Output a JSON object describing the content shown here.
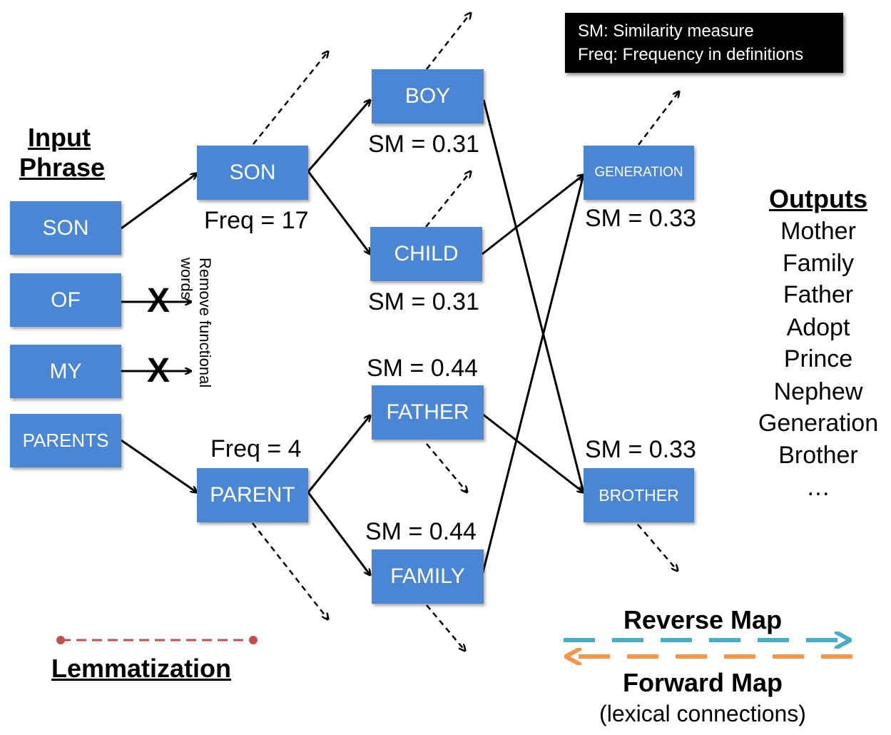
{
  "legend": {
    "line1": "SM: Similarity measure",
    "line2": "Freq: Frequency in definitions"
  },
  "input": {
    "title_line1": "Input",
    "title_line2": "Phrase",
    "words": [
      "SON",
      "OF",
      "MY",
      "PARENTS"
    ]
  },
  "removal_note": "Remove functional words",
  "removal_mark": "X",
  "lemmas": {
    "son": {
      "label": "SON",
      "freq": "Freq = 17"
    },
    "parent": {
      "label": "PARENT",
      "freq": "Freq = 4"
    }
  },
  "level2": {
    "boy": {
      "label": "BOY",
      "sm": "SM = 0.31"
    },
    "child": {
      "label": "CHILD",
      "sm": "SM = 0.31"
    },
    "father": {
      "label": "FATHER",
      "sm": "SM = 0.44"
    },
    "family": {
      "label": "FAMILY",
      "sm": "SM = 0.44"
    }
  },
  "level3": {
    "generation": {
      "label": "GENERATION",
      "sm": "SM = 0.33"
    },
    "brother": {
      "label": "BROTHER",
      "sm": "SM = 0.33"
    }
  },
  "outputs": {
    "title": "Outputs",
    "items": [
      "Mother",
      "Family",
      "Father",
      "Adopt",
      "Prince",
      "Nephew",
      "Generation",
      "Brother",
      "…"
    ]
  },
  "key": {
    "lemmatization": "Lemmatization",
    "reverse_map": "Reverse Map",
    "forward_map": "Forward Map",
    "forward_sub": "(lexical connections)"
  },
  "colors": {
    "box": "#4a86d4",
    "lemmatization": "#c0504d",
    "reverse_map": "#4bacc6",
    "forward_map": "#f79646"
  }
}
